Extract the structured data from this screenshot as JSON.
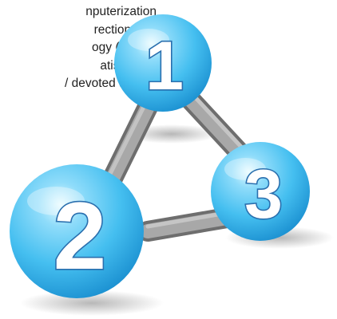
{
  "text_fragment": {
    "lines": [
      "nputerization",
      "rection with",
      "ogy (ICT) in",
      "atisfactory",
      "/ devoted to"
    ]
  },
  "diagram": {
    "nodes": [
      {
        "label": "1"
      },
      {
        "label": "2"
      },
      {
        "label": "3"
      }
    ],
    "colors": {
      "sphere_light": "#c9f0ff",
      "sphere_mid": "#5ccbf5",
      "sphere_dark": "#1a8fd0",
      "connector": "#9a9a9a",
      "number_outline": "#2a6fae"
    }
  }
}
